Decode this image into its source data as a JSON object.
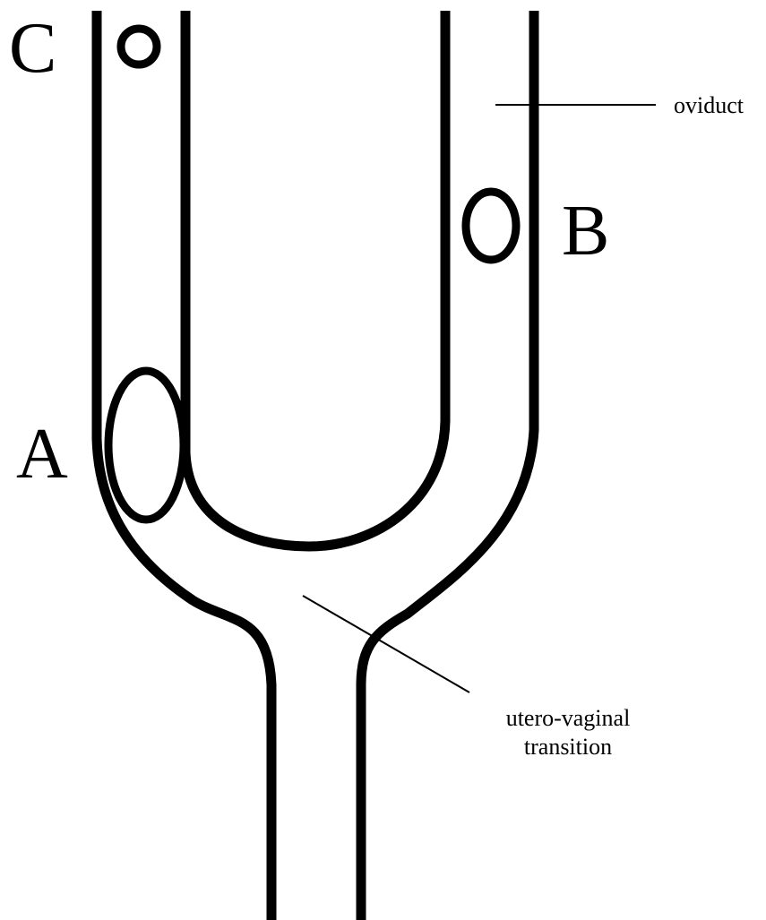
{
  "labels": {
    "a": "A",
    "b": "B",
    "c": "C",
    "oviduct": "oviduct",
    "transition_line1": "utero-vaginal",
    "transition_line2": "transition"
  },
  "colors": {
    "stroke": "#000000",
    "background": "#ffffff"
  }
}
